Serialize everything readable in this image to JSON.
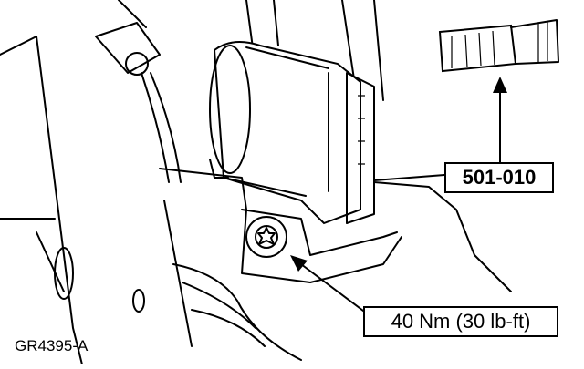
{
  "callouts": {
    "tool_number": "501-010",
    "torque_spec": "40 Nm (30 lb-ft)"
  },
  "figure_id": "GR4395-A"
}
